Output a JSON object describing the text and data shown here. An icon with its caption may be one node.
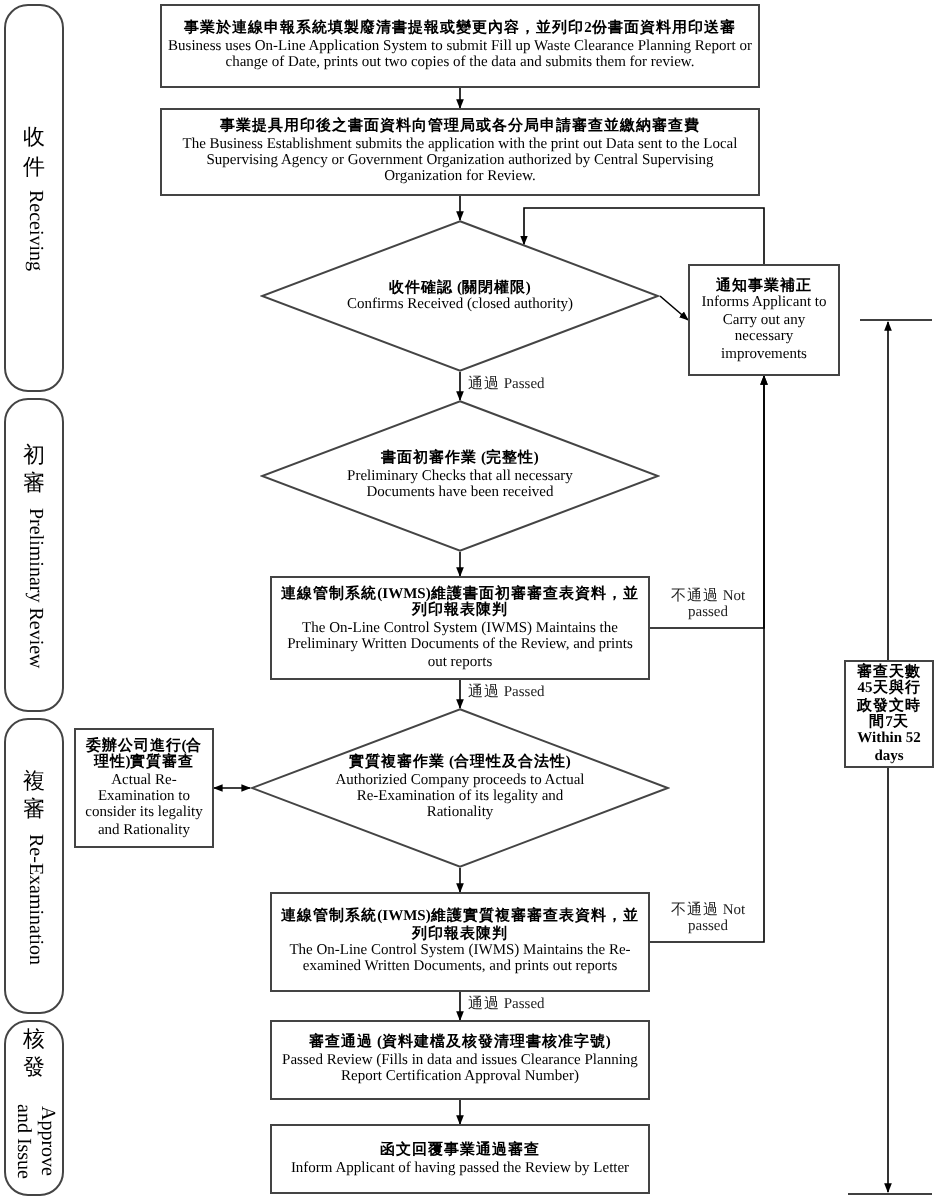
{
  "diagram": {
    "nodes": [
      {
        "text": [
          "事業於連線申報系統填製廢清書提報或變更內容，並列印2份書面資料用印送審",
          "Business uses On-Line Application System to submit Fill up Waste Clearance Planning Report or change of Date, prints out two copies of the data and submits them for review."
        ]
      },
      {
        "text": [
          "事業提具用印後之書面資料向管理局或各分局申請審查並繳納審查費",
          "The Business Establishment submits the application with the print out Data sent to the Local Supervising Agency or Government Organization authorized by Central Supervising Organization for Review."
        ]
      },
      {
        "text": [
          "收件確認 (關閉權限)",
          "Confirms Received (closed authority)"
        ]
      },
      {
        "text": [
          "通知事業補正",
          "Informs Applicant to Carry out any necessary improvements"
        ]
      },
      {
        "text": [
          "書面初審作業 (完整性)",
          "Preliminary Checks that all necessary Documents have been received"
        ]
      },
      {
        "text": [
          "連線管制系統(IWMS)維護書面初審審查表資料，並列印報表陳判",
          "The On-Line Control System (IWMS) Maintains the Preliminary Written Documents of the Review, and prints out reports"
        ]
      },
      {
        "text": [
          "委辦公司進行(合理性)實質審查",
          "Actual Re-Examination to consider its legality and Rationality"
        ]
      },
      {
        "text": [
          "實質複審作業 (合理性及合法性)",
          "Authorizied Company proceeds to Actual Re-Examination of its legality and Rationality"
        ]
      },
      {
        "text": [
          "連線管制系統(IWMS)維護實質複審審查表資料，並列印報表陳判",
          "The On-Line Control System (IWMS) Maintains the Re-examined Written Documents, and prints out reports"
        ]
      },
      {
        "text": [
          "審查通過 (資料建檔及核發清理書核准字號)",
          "Passed Review (Fills in data and issues Clearance Planning Report Certification Approval Number)"
        ]
      },
      {
        "text": [
          "函文回覆事業通過審查",
          "Inform Applicant of having passed the Review by Letter"
        ]
      },
      {
        "text": [
          "審查天數45天與行政發文時間7天",
          "Within 52 days"
        ]
      },
      {
        "text": [
          "收件",
          "Receiving"
        ]
      },
      {
        "text": [
          "初審",
          "Preliminary Review"
        ]
      },
      {
        "text": [
          "複審",
          "Re-Examination"
        ]
      },
      {
        "text": [
          "核發",
          "Approve and Issue"
        ]
      }
    ],
    "edges": [
      {
        "from": 0,
        "to": 1,
        "arrow": "to"
      },
      {
        "from": 1,
        "to": 2,
        "arrow": "to"
      },
      {
        "from": 2,
        "to": 4,
        "arrow": "to",
        "label": "通過 Passed"
      },
      {
        "from": 2,
        "to": 3,
        "arrow": "to"
      },
      {
        "from": 3,
        "to": 2,
        "arrow": "to"
      },
      {
        "from": 4,
        "to": 5,
        "arrow": "to"
      },
      {
        "from": 5,
        "to": 3,
        "arrow": "to",
        "label": "不通過 Not passed"
      },
      {
        "from": 5,
        "to": 7,
        "arrow": "to",
        "label": "通過 Passed"
      },
      {
        "from": 7,
        "to": 6,
        "arrow": "both"
      },
      {
        "from": 7,
        "to": 8,
        "arrow": "to"
      },
      {
        "from": 8,
        "to": 3,
        "arrow": "to",
        "label": "不通過 Not passed"
      },
      {
        "from": 8,
        "to": 9,
        "arrow": "to",
        "label": "通過 Passed"
      },
      {
        "from": 9,
        "to": 10,
        "arrow": "to"
      }
    ]
  }
}
